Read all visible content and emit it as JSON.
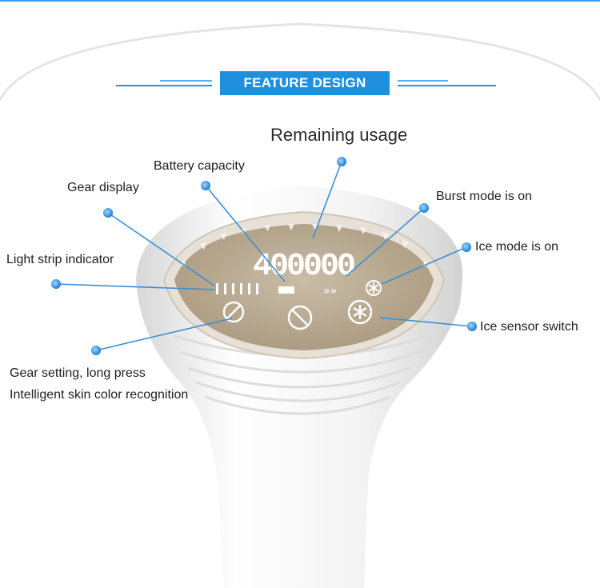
{
  "banner": {
    "title": "FEATURE DESIGN"
  },
  "display": {
    "remaining_count": "400000"
  },
  "labels": {
    "remaining_usage": "Remaining usage",
    "battery_capacity": "Battery capacity",
    "gear_display": "Gear display",
    "burst_mode": "Burst mode is on",
    "ice_mode": "Ice mode is on",
    "light_strip": "Light strip indicator",
    "ice_sensor": "Ice sensor switch",
    "gear_setting": "Gear setting, long press",
    "skin_recognition": "Intelligent skin color recognition"
  },
  "colors": {
    "accent_blue": "#1f8fe0",
    "callout_line": "#3b8fd6",
    "panel": "#c2b39e",
    "device": "#f2f2f2"
  },
  "icons": [
    "gear-setting-icon",
    "mode-select-icon",
    "ice-sensor-icon",
    "snowflake-icon",
    "burst-chevrons-icon",
    "battery-icon"
  ]
}
